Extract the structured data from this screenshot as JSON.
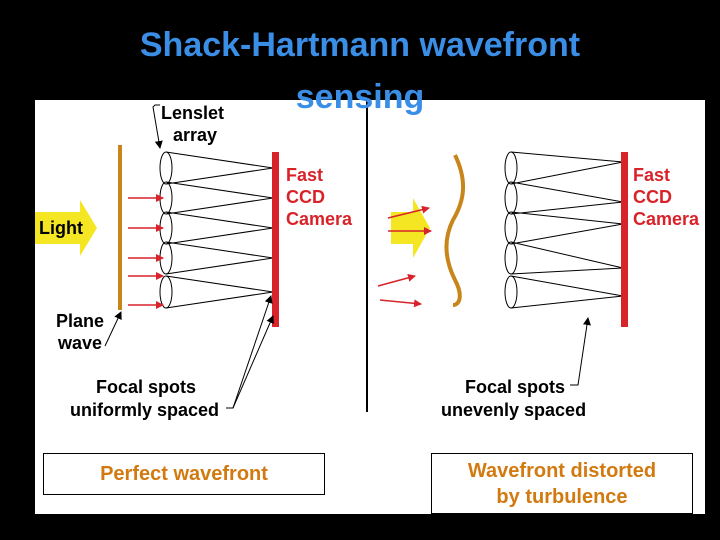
{
  "title": {
    "line1": "Shack-Hartmann wavefront",
    "line2": "sensing"
  },
  "left": {
    "lenslet_label_1": "Lenslet",
    "lenslet_label_2": "array",
    "light_label": "Light",
    "plane_wave_label_1": "Plane",
    "plane_wave_label_2": "wave",
    "camera_label_1": "Fast",
    "camera_label_2": "CCD",
    "camera_label_3": "Camera",
    "focal_label_1": "Focal spots",
    "focal_label_2": "uniformly spaced",
    "box_label": "Perfect wavefront"
  },
  "right": {
    "camera_label_1": "Fast",
    "camera_label_2": "CCD",
    "camera_label_3": "Camera",
    "focal_label_1": "Focal spots",
    "focal_label_2": "unevenly spaced",
    "box_label_1": "Wavefront distorted",
    "box_label_2": "by turbulence"
  },
  "colors": {
    "title": "#3a8ee6",
    "camera": "#d8232a",
    "wavefront": "#c8861a",
    "arrow": "#f5e623",
    "box_text": "#d27a10"
  },
  "icons": [
    "lenslet-array-icon",
    "light-arrow-icon",
    "ccd-camera-bar-icon",
    "distorted-wavefront-icon"
  ]
}
